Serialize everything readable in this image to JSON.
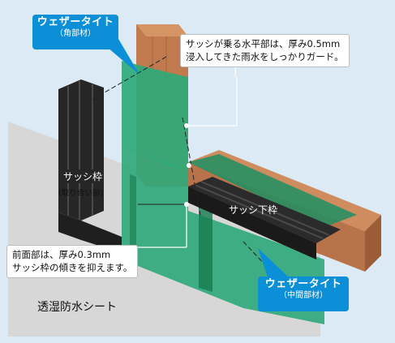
{
  "labels": {
    "weather_corner_title": "ウェザータイト",
    "weather_corner_sub": "（角部材）",
    "weather_middle_title": "ウェザータイト",
    "weather_middle_sub": "（中間部材）",
    "callout_top_line1": "サッシが乗る水平部は、厚み0.5mm",
    "callout_top_line2": "浸入してきた雨水をしっかりガード。",
    "callout_bottom_line1": "前面部は、厚み0.3mm",
    "callout_bottom_line2": "サッシ枠の傾きを抑えます。",
    "sash_frame_title": "サッシ枠",
    "sash_frame_sub": "(取り合い部)",
    "sash_bottom_frame": "サッシ下枠",
    "moisture_sheet": "透湿防水シート"
  },
  "colors": {
    "accent_blue": "#0b8fd6",
    "membrane_green": "#2fa97a",
    "wood": "#b9734a",
    "sash_black": "#262626",
    "sheet_gray": "#d7d7d7",
    "backdrop_blue": "#dbeaf4"
  }
}
